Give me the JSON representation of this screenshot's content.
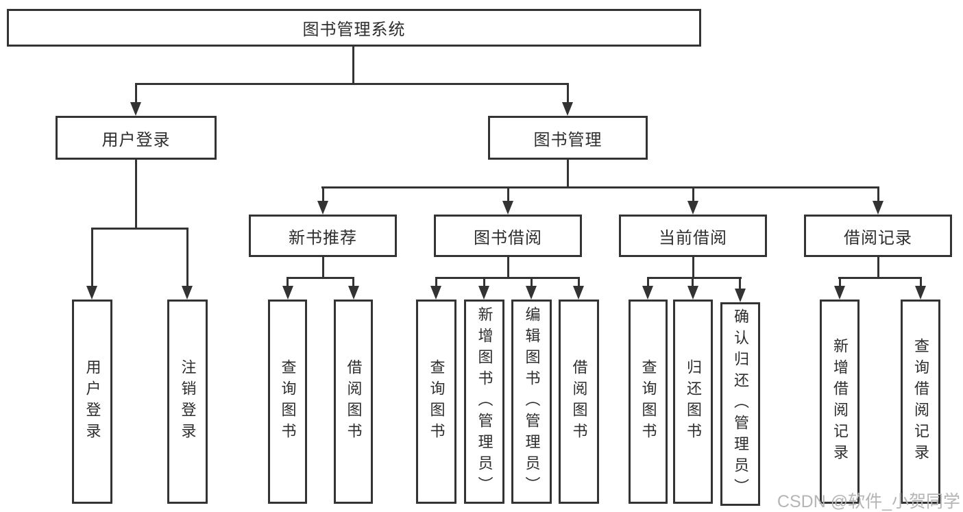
{
  "colors": {
    "line": "#333333",
    "border": "#333333",
    "text": "#2d2d2d",
    "background": "#ffffff",
    "watermark": "#b5b5b5"
  },
  "diagram": {
    "root": {
      "label": "图书管理系统"
    },
    "branches": [
      {
        "label": "用户登录",
        "children": [
          {
            "label": "用户登录"
          },
          {
            "label": "注销登录"
          }
        ]
      },
      {
        "label": "图书管理",
        "sections": [
          {
            "label": "新书推荐",
            "children": [
              {
                "label": "查询图书"
              },
              {
                "label": "借阅图书"
              }
            ]
          },
          {
            "label": "图书借阅",
            "children": [
              {
                "label": "查询图书"
              },
              {
                "label": "新增图书（管理员）"
              },
              {
                "label": "编辑图书（管理员）"
              },
              {
                "label": "借阅图书"
              }
            ]
          },
          {
            "label": "当前借阅",
            "children": [
              {
                "label": "查询图书"
              },
              {
                "label": "归还图书"
              },
              {
                "label": "确认归还（管理员）"
              }
            ]
          },
          {
            "label": "借阅记录",
            "children": [
              {
                "label": "新增借阅记录"
              },
              {
                "label": "查询借阅记录"
              }
            ]
          }
        ]
      }
    ]
  },
  "watermark": {
    "text": "CSDN @软件_小贺同学"
  }
}
